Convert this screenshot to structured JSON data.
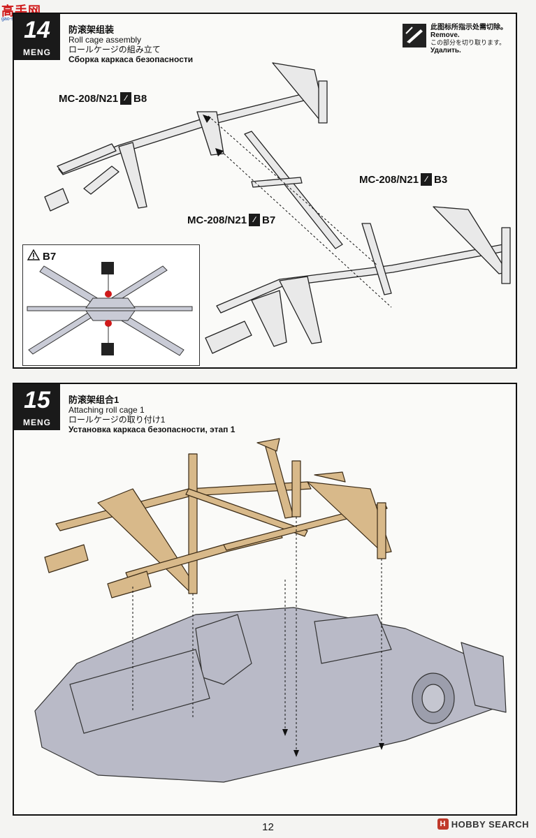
{
  "watermark": {
    "text": "高手网",
    "sub": "gao-shou.com"
  },
  "step14": {
    "number": "14",
    "brand": "MENG",
    "title_zh": "防滚架组装",
    "title_en": "Roll cage assembly",
    "title_ja": "ロールケージの組み立て",
    "title_ru": "Сборка каркаса безопасности",
    "remove_note": {
      "zh": "此图标所指示处需切除。",
      "en": "Remove.",
      "ja": "この部分を切り取ります。",
      "ru": "Удалить."
    },
    "labels": {
      "b8_code": "MC-208/N21",
      "b8_part": "B8",
      "b7_code": "MC-208/N21",
      "b7_part": "B7",
      "b3_code": "MC-208/N21",
      "b3_part": "B3"
    },
    "inset_title": "B7"
  },
  "step15": {
    "number": "15",
    "brand": "MENG",
    "title_zh": "防滚架组合1",
    "title_en": "Attaching roll cage 1",
    "title_ja": "ロールケージの取り付け1",
    "title_ru": "Установка каркаса безопасности, этап 1"
  },
  "footer": {
    "page": "12",
    "source": "HOBBY SEARCH"
  },
  "colors": {
    "frame_grey": "#e6e6e6",
    "cage_tan": "#d8b98a",
    "chassis": "#b9bac7",
    "accent_red": "#d0191a"
  }
}
